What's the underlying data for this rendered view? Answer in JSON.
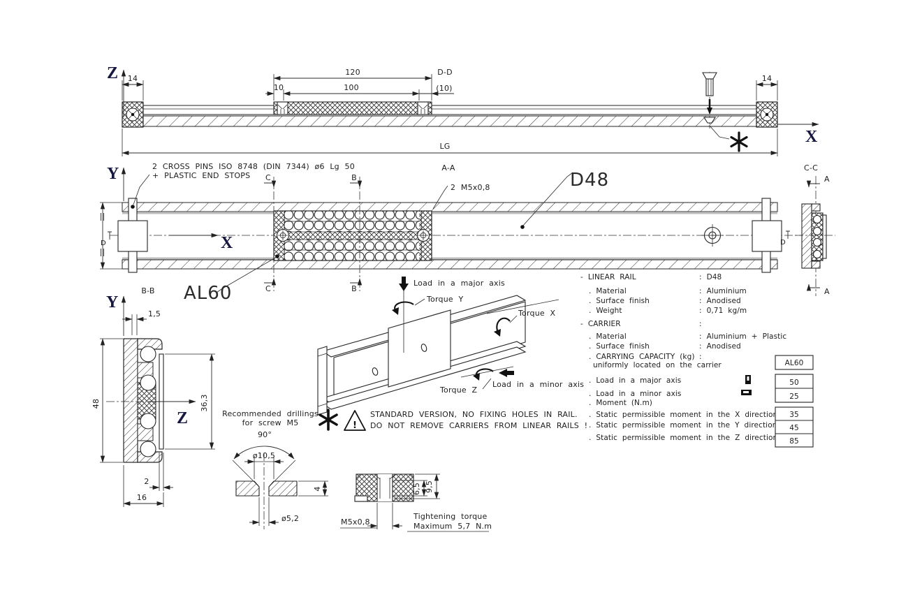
{
  "axes": {
    "z": "Z",
    "x": "X",
    "y": "Y"
  },
  "top_view": {
    "dim_left_14": "14",
    "dim_120": "120",
    "dim_10": "10",
    "dim_100": "100",
    "section_dd": "D-D",
    "dim_paren_10": "(10)",
    "dim_right_14": "14",
    "dim_total": "LG"
  },
  "front_view": {
    "cross_pins_note_1": "2 CROSS PINS ISO 8748 (DIN 7344) ø6 Lg 50",
    "cross_pins_note_2": "+ PLASTIC END STOPS",
    "section_aa": "A-A",
    "section_cc": "C-C",
    "thread_note": "2 M5x0,8",
    "rail_label": "D48",
    "carrier_label": "AL60",
    "section_c": "C",
    "section_b": "B",
    "section_a": "A",
    "dia_mark": "D"
  },
  "bb_view": {
    "section_bb": "B-B",
    "dim_1_5": "1,5",
    "dim_48": "48",
    "dim_36_3": "36,3",
    "dim_2": "2",
    "dim_16": "16"
  },
  "load_diagram": {
    "load_major": "Load in a major axis",
    "torque_y": "Torque Y",
    "torque_x": "Torque X",
    "torque_z": "Torque Z",
    "load_minor": "Load in a minor axis"
  },
  "warning": {
    "line1": "STANDARD VERSION, NO FIXING HOLES IN RAIL.",
    "line2": "DO NOT REMOVE CARRIERS FROM LINEAR RAILS !",
    "exclamation": "!"
  },
  "drilling": {
    "title_1": "Recommended drillings",
    "title_2": "for screw M5",
    "angle_90": "90°",
    "dia_10_5": "ø10,5",
    "depth_4": "4",
    "dia_5_2": "ø5,2",
    "thread": "M5x0,8",
    "depth_6_5": "6,5",
    "depth_9_5": "9,5",
    "torque_1": "Tightening torque",
    "torque_2": "Maximum 5,7 N.m"
  },
  "specs": {
    "rows": [
      {
        "label": "- LINEAR RAIL",
        "value": ": D48"
      },
      {
        "label": ". Material",
        "value": ": Aluminium"
      },
      {
        "label": ". Surface finish",
        "value": ": Anodised"
      },
      {
        "label": ". Weight",
        "value": ": 0,71 kg/m"
      },
      {
        "label": "- CARRIER",
        "value": ":"
      },
      {
        "label": ". Material",
        "value": ": Aluminium + Plastic"
      },
      {
        "label": ". Surface finish",
        "value": ": Anodised"
      },
      {
        "label": ". CARRYING CAPACITY (kg)",
        "value": ":"
      },
      {
        "label": "uniformly located on the carrier",
        "value": ""
      },
      {
        "label": ". Load in a major axis",
        "value": ""
      },
      {
        "label": ". Load in a minor axis",
        "value": ""
      },
      {
        "label": ". Moment (N.m)",
        "value": ""
      },
      {
        "label": ". Static permissible moment in the X direction",
        "value": ""
      },
      {
        "label": ". Static permissible moment in the Y direction",
        "value": ""
      },
      {
        "label": ". Static permissible moment in the Z direction",
        "value": ""
      }
    ]
  },
  "capacity_table": {
    "header": "AL60",
    "load_major": "50",
    "load_minor": "25",
    "moment_x": "35",
    "moment_y": "45",
    "moment_z": "85"
  }
}
